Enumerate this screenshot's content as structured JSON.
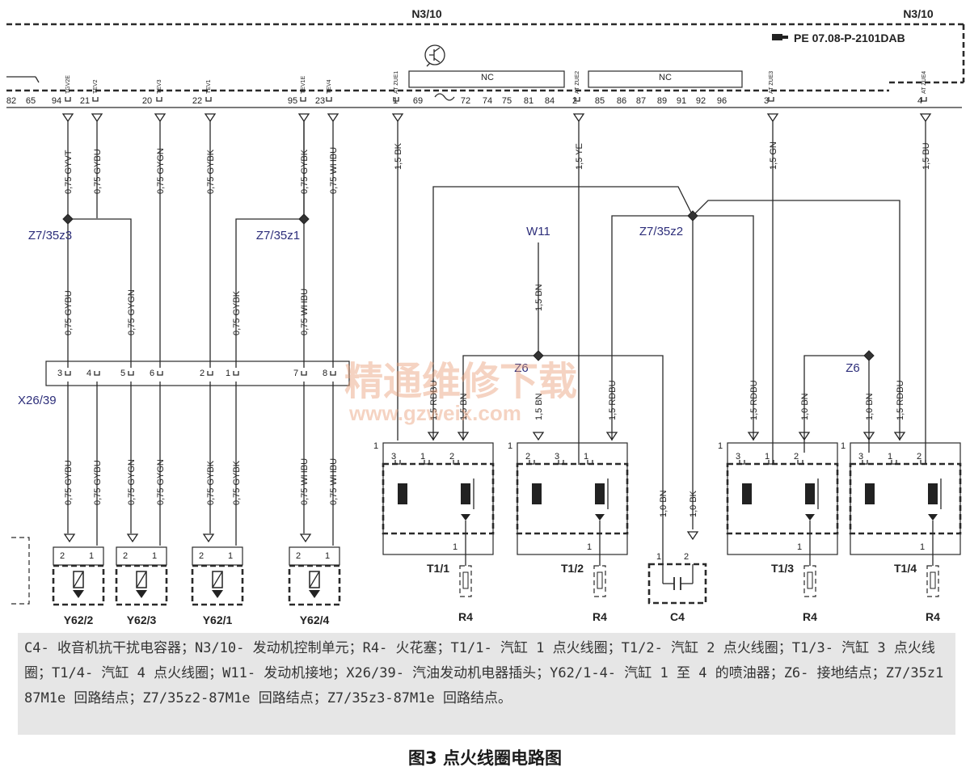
{
  "ecu": {
    "label_left": "N3/10",
    "label_right": "N3/10",
    "ref": "PE 07.08-P-2101DAB",
    "ref_icon": "pointing-hand-icon"
  },
  "ecu_pins": [
    "82",
    "65",
    "94",
    "21",
    "20",
    "22",
    "95",
    "23",
    "1",
    "69",
    "72",
    "74",
    "75",
    "81",
    "84",
    "2",
    "85",
    "86",
    "87",
    "89",
    "91",
    "92",
    "96",
    "3",
    "4"
  ],
  "pin_headers": [
    "TGV2E",
    "TEV2",
    "TEV3",
    "TEV1",
    "TEV1E",
    "TEV4",
    "AT ZUE1",
    "AT ZUE2",
    "AT ZUE3",
    "AT ZUE4"
  ],
  "nc_label": "NC",
  "injector_wires": {
    "top": [
      "0,75 GYVT",
      "0,75 GYBU",
      "0,75 GYGN",
      "0,75 GYBK",
      "0,75 GYBK",
      "0,75 WHBU"
    ],
    "mid": [
      "0,75 GYBU",
      "0,75 GYGN",
      "0,75 GYBK",
      "0,75 WHBU"
    ],
    "bottom": [
      "0,75 GYBU",
      "0,75 GYBU",
      "0,75 GYGN",
      "0,75 GYGN",
      "0,75 GYBK",
      "0,75 GYBK",
      "0,75 WHBU",
      "0,75 WHBU"
    ]
  },
  "nodes": {
    "z3": "Z7/35z3",
    "z1": "Z7/35z1",
    "z2": "Z7/35z2",
    "w11": "W11",
    "z6a": "Z6",
    "z6b": "Z6"
  },
  "connector": {
    "name": "X26/39",
    "pins": [
      "3",
      "4",
      "5",
      "6",
      "2",
      "1",
      "7",
      "8"
    ]
  },
  "coil_wires": {
    "ecu": [
      "1,5 BK",
      "1,5 YE",
      "1,5 GN",
      "1,5 BU"
    ],
    "w11": "1,5 BN",
    "lower": [
      "1,5 RDBU",
      "1,5 BN",
      "1,5 BN",
      "1,5 RDBU",
      "1,5 RDBU",
      "1,0 BN",
      "1,0 BN",
      "1,5 RDBU"
    ],
    "c4": [
      "1,0 BN",
      "1,0 BK"
    ]
  },
  "injectors": [
    "Y62/2",
    "Y62/3",
    "Y62/1",
    "Y62/4"
  ],
  "coils": [
    "T1/1",
    "T1/2",
    "T1/3",
    "T1/4"
  ],
  "spark_plug": "R4",
  "capacitor": "C4",
  "pin_numbers": {
    "one": "1",
    "two": "2",
    "three": "3"
  },
  "watermark": {
    "cn": "精通维修下载",
    "url": "www.gzweix.com"
  },
  "legend": "C4- 收音机抗干扰电容器；N3/10- 发动机控制单元；R4- 火花塞；T1/1- 汽缸 1 点火线圈；T1/2- 汽缸 2 点火线圈；T1/3- 汽缸 3 点火线圈；T1/4- 汽缸 4 点火线圈；W11- 发动机接地；X26/39- 汽油发动机电器插头；Y62/1-4- 汽缸 1 至 4 的喷油器；Z6- 接地结点；Z7/35z1 87M1e 回路结点；Z7/35z2-87M1e 回路结点；Z7/35z3-87M1e 回路结点。",
  "caption": "图3 点火线圈电路图"
}
